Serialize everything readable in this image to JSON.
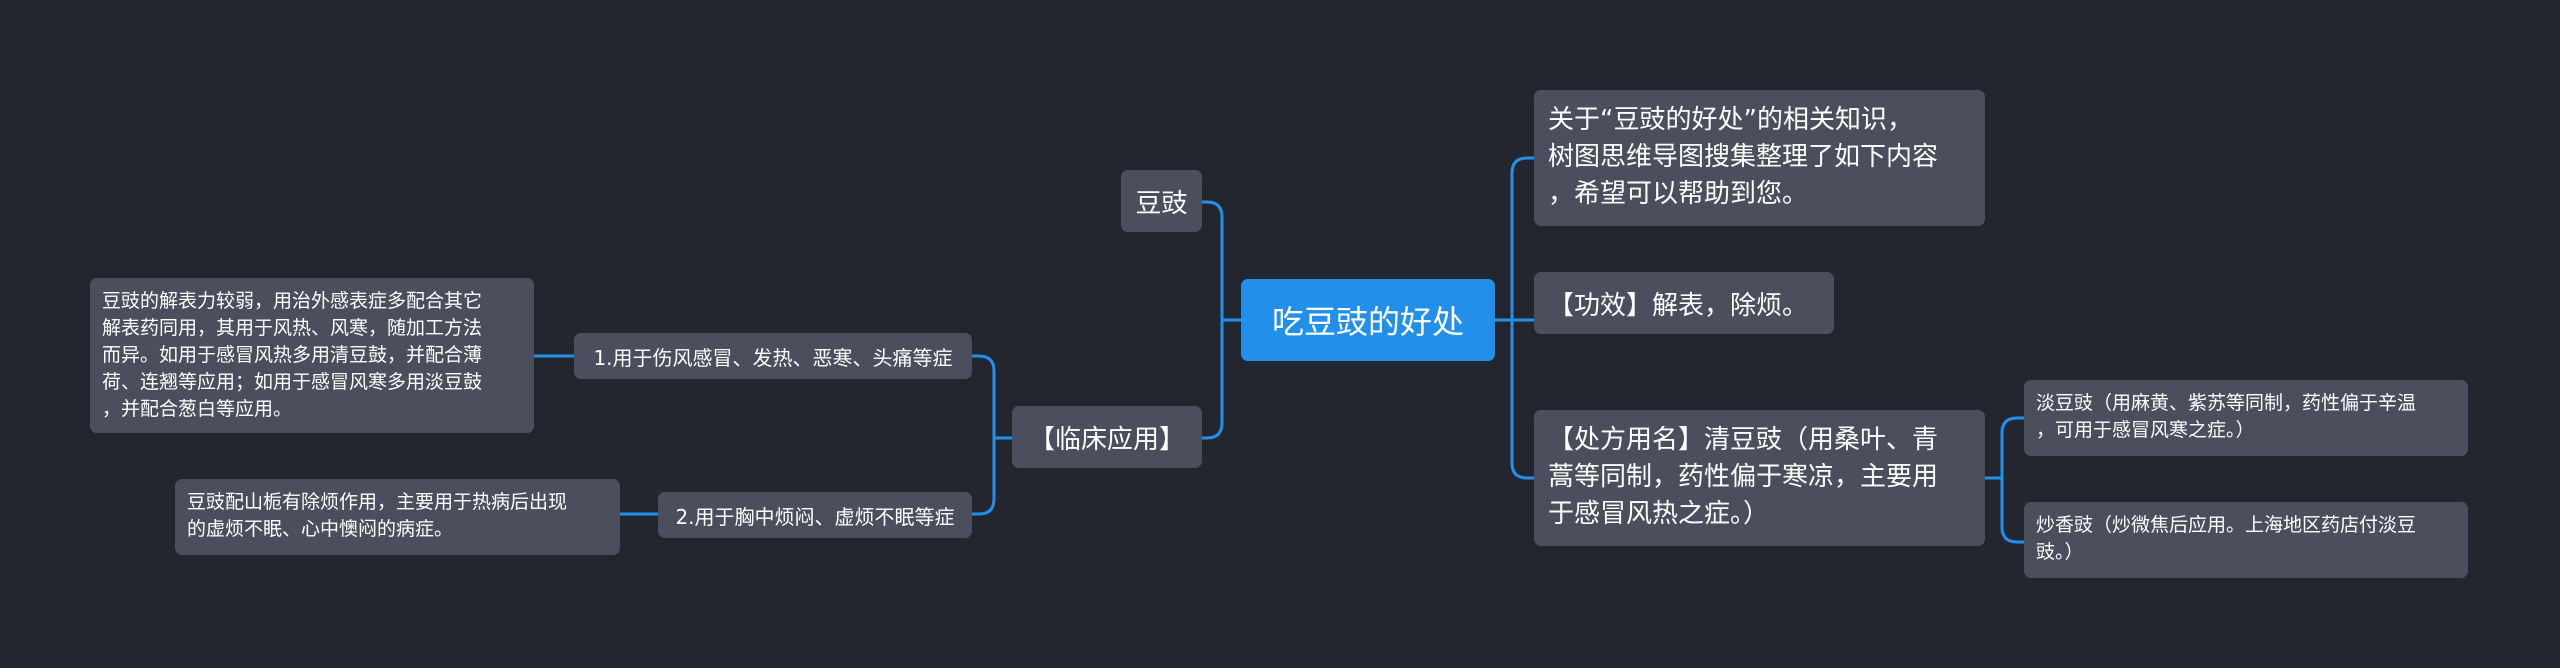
{
  "root": {
    "label": "吃豆豉的好处"
  },
  "left": {
    "douchi": {
      "label": "豆豉"
    },
    "clinical": {
      "label": "【临床应用】",
      "items": [
        {
          "label": "1.用于伤风感冒、发热、恶寒、头痛等症",
          "detail": [
            "豆豉的解表力较弱，用治外感表症多配合其它",
            "解表药同用，其用于风热、风寒，随加工方法",
            "而异。如用于感冒风热多用清豆鼓，并配合薄",
            "荷、连翘等应用；如用于感冒风寒多用淡豆鼓",
            "，并配合葱白等应用。"
          ]
        },
        {
          "label": "2.用于胸中烦闷、虚烦不眠等症",
          "detail": [
            "豆豉配山栀有除烦作用，主要用于热病后出现",
            "的虚烦不眠、心中懊闷的病症。"
          ]
        }
      ]
    }
  },
  "right": {
    "intro": {
      "lines": [
        "关于“豆豉的好处”的相关知识，",
        "树图思维导图搜集整理了如下内容",
        "，希望可以帮助到您。"
      ]
    },
    "effect": {
      "label": "【功效】解表，除烦。"
    },
    "prescription": {
      "lines": [
        "【处方用名】清豆豉（用桑叶、青",
        "蒿等同制，药性偏于寒凉，主要用",
        "于感冒风热之症。）"
      ],
      "items": [
        {
          "lines": [
            "淡豆豉（用麻黄、紫苏等同制，药性偏于辛温",
            "，可用于感冒风寒之症。）"
          ]
        },
        {
          "lines": [
            "炒香豉（炒微焦后应用。上海地区药店付淡豆",
            "豉。）"
          ]
        }
      ]
    }
  },
  "colors": {
    "background": "#23262f",
    "root": "#2290ea",
    "node": "#4b4f5d",
    "link": "#2290ea"
  }
}
